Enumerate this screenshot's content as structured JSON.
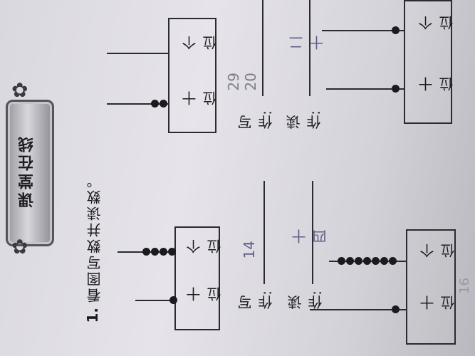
{
  "banner": {
    "title": "课堂在线"
  },
  "exercise": {
    "number": "1.",
    "instruction": "看图写数并读数。"
  },
  "labels": {
    "tens": "十位",
    "ones": "个位",
    "write_prompt": "写作:",
    "read_prompt": "读作:"
  },
  "problems": [
    {
      "tens_beads": 1,
      "ones_beads": 4,
      "written_answer": "14",
      "read_answer": "十四"
    },
    {
      "tens_beads": 2,
      "ones_beads": 0,
      "written_answer": "20",
      "written_scratch": "29",
      "read_answer": "二十"
    },
    {
      "tens_beads": 1,
      "ones_beads": 7
    },
    {
      "tens_beads": 1,
      "ones_beads": 1
    }
  ],
  "margin_mark": "16"
}
